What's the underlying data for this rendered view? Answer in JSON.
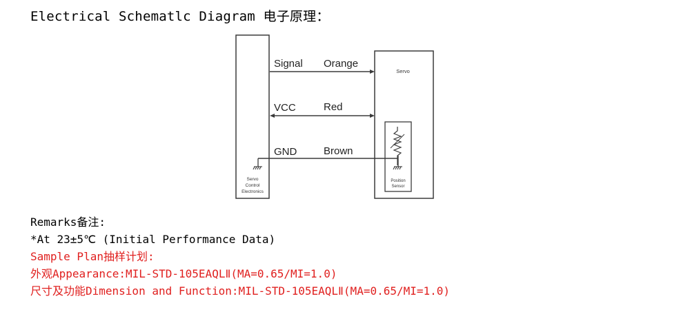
{
  "heading": "Electrical Schematlc Diagram 电子原理：",
  "diagram": {
    "left_block_label": [
      "Servo",
      "Control",
      "Electronics"
    ],
    "right_block_title": "Servo",
    "sensor_label": [
      "Position",
      "Sensor"
    ],
    "wires": [
      {
        "name": "Signal",
        "color": "Orange"
      },
      {
        "name": "VCC",
        "color": "Red"
      },
      {
        "name": "GND",
        "color": "Brown"
      }
    ]
  },
  "remarks": {
    "title": "Remarks备注:",
    "condition": "*At 23±5℃ (Initial Performance Data)",
    "sample_plan": "Sample Plan抽样计划:",
    "appearance": "外观Appearance:MIL-STD-105EAQLⅡ(MA=0.65/MI=1.0)",
    "dimension": "尺寸及功能Dimension and Function:MIL-STD-105EAQLⅡ(MA=0.65/MI=1.0)"
  },
  "colors": {
    "text": "#000000",
    "accent_red": "#e0201f",
    "diagram_line": "#3a3a3a"
  }
}
